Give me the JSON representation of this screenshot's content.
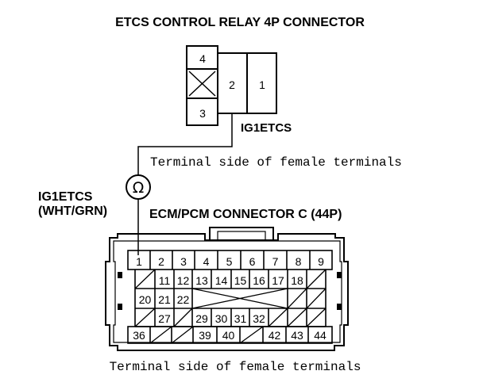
{
  "relay_connector": {
    "title": "ETCS CONTROL RELAY 4P CONNECTOR",
    "pins": [
      "4",
      "2",
      "1",
      "3"
    ],
    "signal_label": "IG1ETCS",
    "terminal_note": "Terminal side of female terminals"
  },
  "meter_symbol": "Ω",
  "wire": {
    "name": "IG1ETCS",
    "color": "(WHT/GRN)"
  },
  "ecm_connector": {
    "title": "ECM/PCM CONNECTOR C (44P)",
    "row1": [
      "1",
      "2",
      "3",
      "4",
      "5",
      "6",
      "7",
      "8",
      "9"
    ],
    "row2": [
      "11",
      "12",
      "13",
      "14",
      "15",
      "16",
      "17",
      "18"
    ],
    "row3": [
      "20",
      "21",
      "22"
    ],
    "row4": [
      "27",
      "29",
      "30",
      "31",
      "32"
    ],
    "row5": [
      "36",
      "39",
      "40",
      "42",
      "43",
      "44"
    ],
    "terminal_note": "Terminal side of female terminals"
  }
}
